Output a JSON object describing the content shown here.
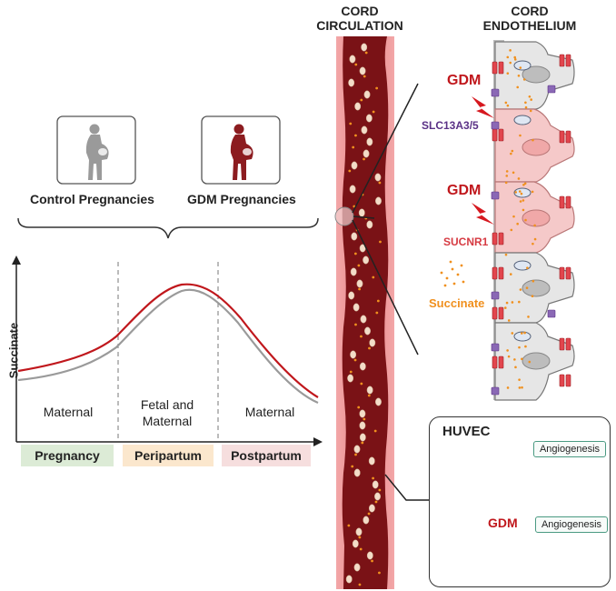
{
  "cord": {
    "circulation_title": [
      "CORD",
      "CIRCULATION"
    ],
    "endothelium_title": [
      "CORD",
      "ENDOTHELIUM"
    ]
  },
  "groups": {
    "control": "Control Pregnancies",
    "gdm": "GDM Pregnancies"
  },
  "chart": {
    "ylabel": "Succinate",
    "regions": [
      "Maternal",
      "Fetal and\nMaternal",
      "Maternal"
    ],
    "phases": [
      "Pregnancy",
      "Peripartum",
      "Postpartum"
    ]
  },
  "chart_data": {
    "type": "line",
    "ylabel": "Succinate",
    "xlabel": "",
    "categories": [
      "Pregnancy",
      "Peripartum",
      "Postpartum"
    ],
    "series": [
      {
        "values": [
          0.35,
          1.0,
          0.2
        ]
      },
      {
        "values": [
          0.42,
          1.05,
          0.28
        ]
      }
    ]
  },
  "endothelium": {
    "gdm_label_1": "GDM",
    "transporter": "SLC13A3/5",
    "gdm_label_2": "GDM",
    "receptor": "SUCNR1",
    "metabolite": "Succinate"
  },
  "huvec": {
    "title": "HUVEC",
    "angiogenesis_up": "Angiogenesis",
    "angiogenesis_down": "Angiogenesis",
    "gdm_label": "GDM"
  },
  "colors": {
    "control_line": "#9a9a9a",
    "gdm_line": "#c0171c",
    "pregnancy_band": "#dcebd6",
    "peripartum_band": "#fbe7cd",
    "postpartum_band": "#f6dede",
    "vessel_dark": "#7a1216",
    "vessel_wall": "#e8868a",
    "cell_grey": "#e6e6e6",
    "cell_pink": "#f5c9c9",
    "transporter": "#6b3c92",
    "orange_dot": "#f0901e"
  }
}
